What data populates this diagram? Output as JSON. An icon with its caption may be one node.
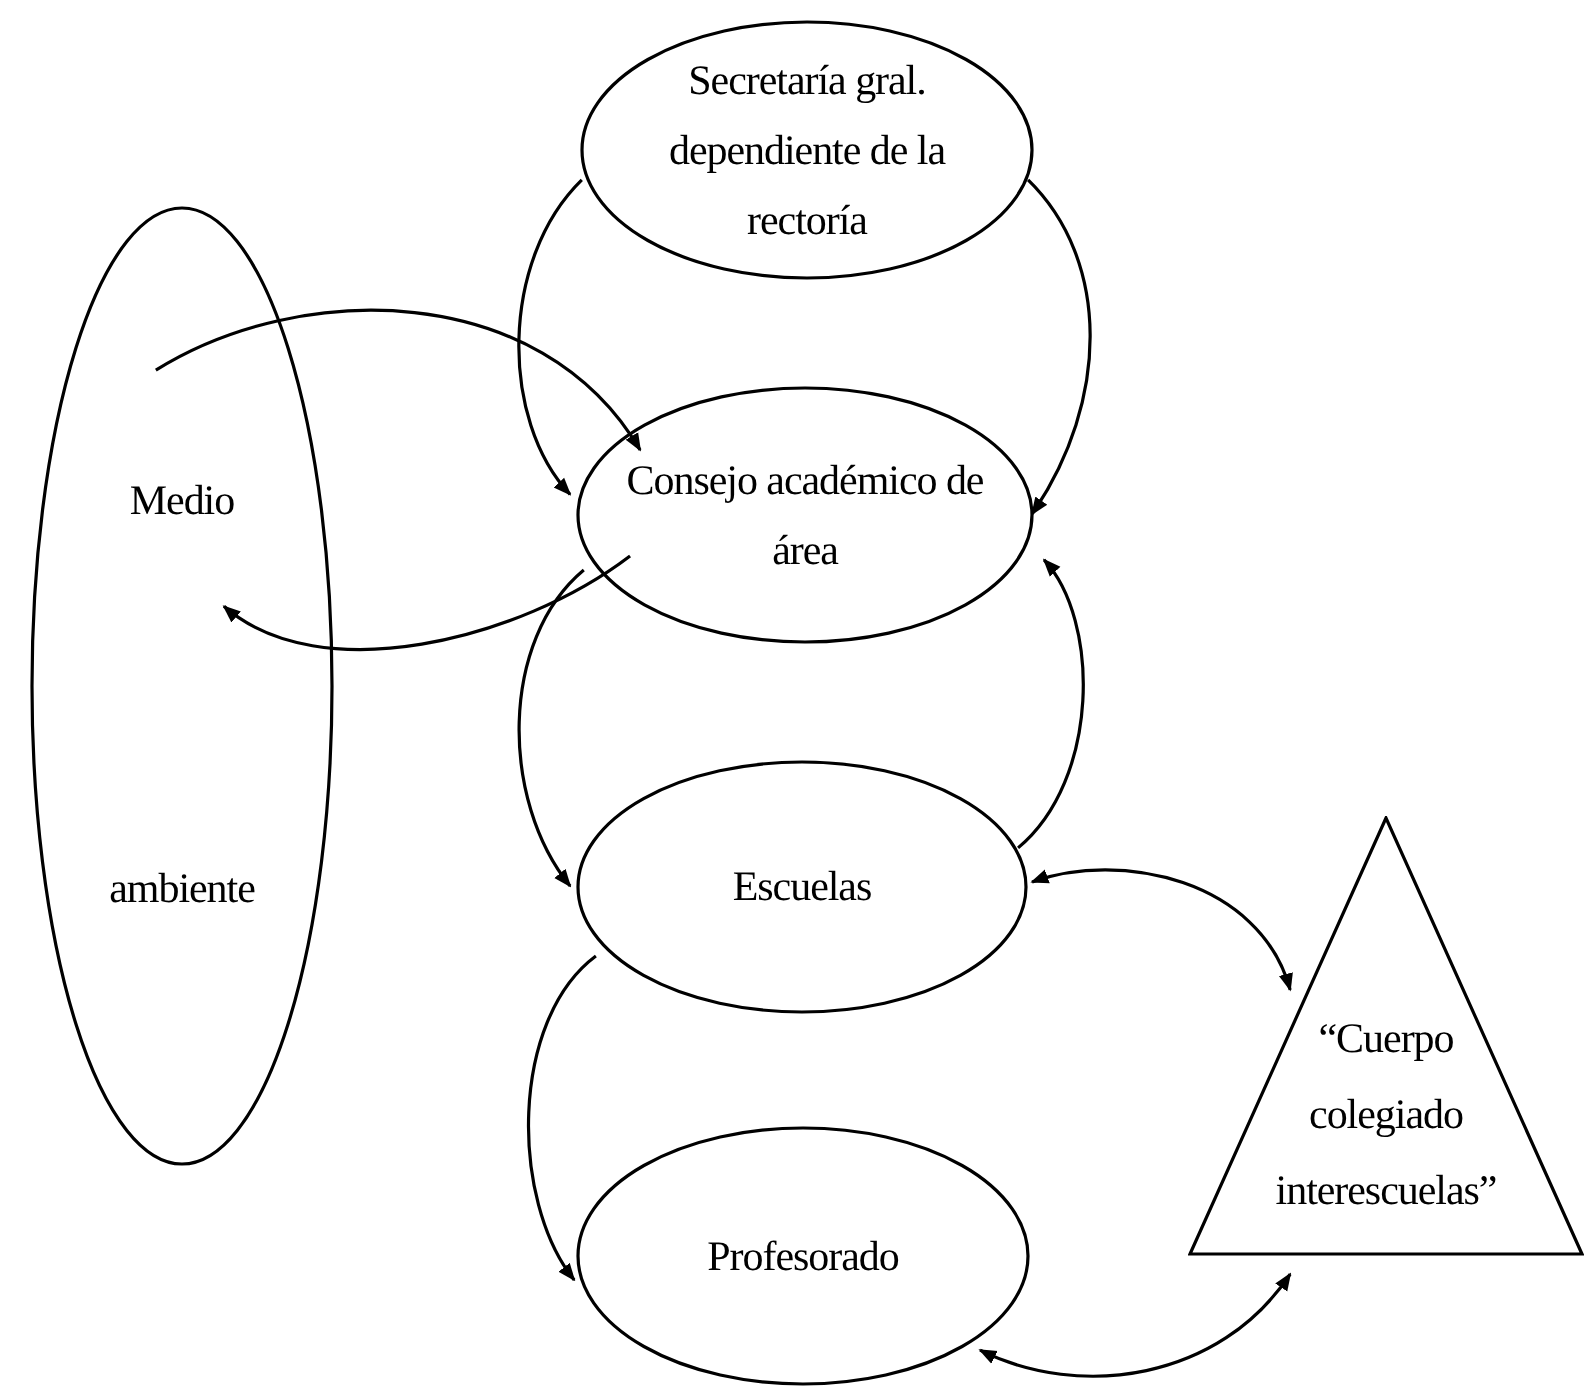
{
  "diagram": {
    "nodes": [
      {
        "text": [
          "Medio",
          "ambiente"
        ]
      },
      {
        "text": [
          "Secretaría gral. dependiente de la rectoría"
        ]
      },
      {
        "text": [
          "Consejo académico de área"
        ]
      },
      {
        "text": [
          "Escuelas"
        ]
      },
      {
        "text": [
          "Profesorado"
        ]
      },
      {
        "text": [
          "“Cuerpo colegiado interescuelas”"
        ]
      }
    ],
    "edges": [
      {
        "from": 1,
        "to": 2,
        "arrow": "to"
      },
      {
        "from": 1,
        "to": 2,
        "arrow": "to"
      },
      {
        "from": 0,
        "to": 2,
        "arrow": "to"
      },
      {
        "from": 2,
        "to": 0,
        "arrow": "to"
      },
      {
        "from": 2,
        "to": 3,
        "arrow": "to"
      },
      {
        "from": 3,
        "to": 2,
        "arrow": "to"
      },
      {
        "from": 3,
        "to": 4,
        "arrow": "to"
      },
      {
        "from": 3,
        "to": 5,
        "arrow": "both"
      },
      {
        "from": 4,
        "to": 5,
        "arrow": "both"
      }
    ]
  }
}
